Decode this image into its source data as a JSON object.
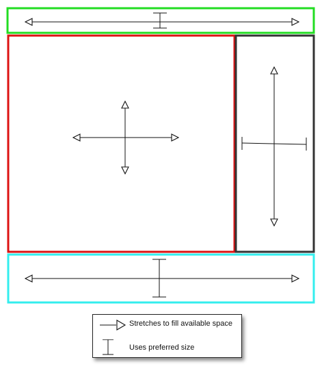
{
  "colors": {
    "top_region": "#22dd22",
    "center_region": "#dd1111",
    "right_region": "#333333",
    "bottom_region": "#33eeee",
    "arrows": "#111111"
  },
  "regions": [
    {
      "name": "top",
      "stretches": "horizontal",
      "preferred": "vertical"
    },
    {
      "name": "center",
      "stretches": "horizontal and vertical"
    },
    {
      "name": "right",
      "stretches": "vertical",
      "preferred": "horizontal"
    },
    {
      "name": "bottom",
      "stretches": "horizontal",
      "preferred": "vertical"
    }
  ],
  "legend": {
    "stretch_label": "Stretches to fill available space",
    "preferred_label": "Uses preferred size",
    "stretch_icon": "open-arrow-icon",
    "preferred_icon": "i-beam-icon"
  }
}
